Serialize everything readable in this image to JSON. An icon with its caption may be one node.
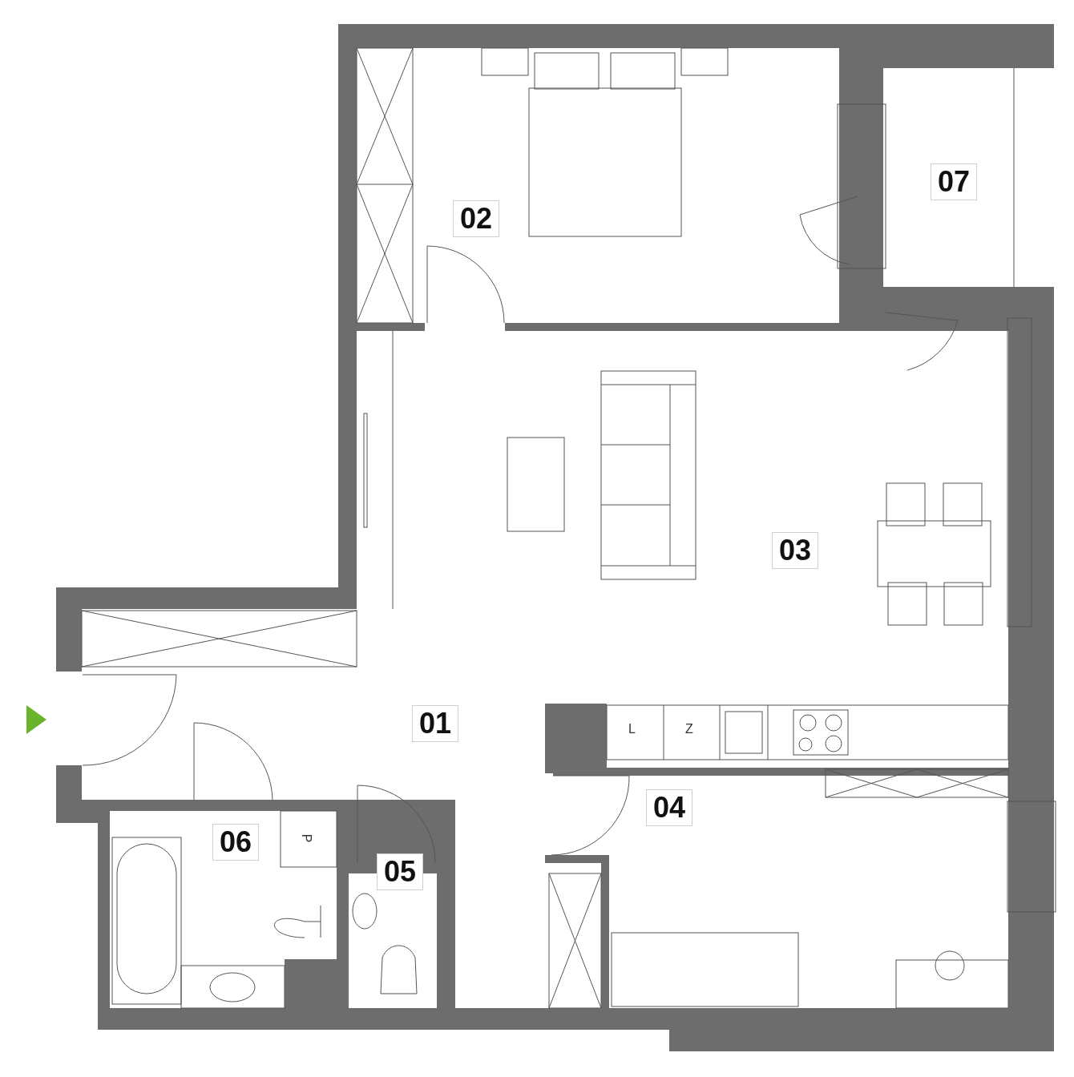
{
  "diagram": {
    "nodes": [
      {
        "text": [
          "02"
        ]
      },
      {
        "text": [
          "07"
        ]
      },
      {
        "text": [
          "03"
        ]
      },
      {
        "text": [
          "01"
        ]
      },
      {
        "text": [
          "04"
        ]
      },
      {
        "text": [
          "06"
        ]
      },
      {
        "text": [
          "05"
        ]
      }
    ],
    "labels": [
      "L",
      "Z",
      "P"
    ]
  }
}
